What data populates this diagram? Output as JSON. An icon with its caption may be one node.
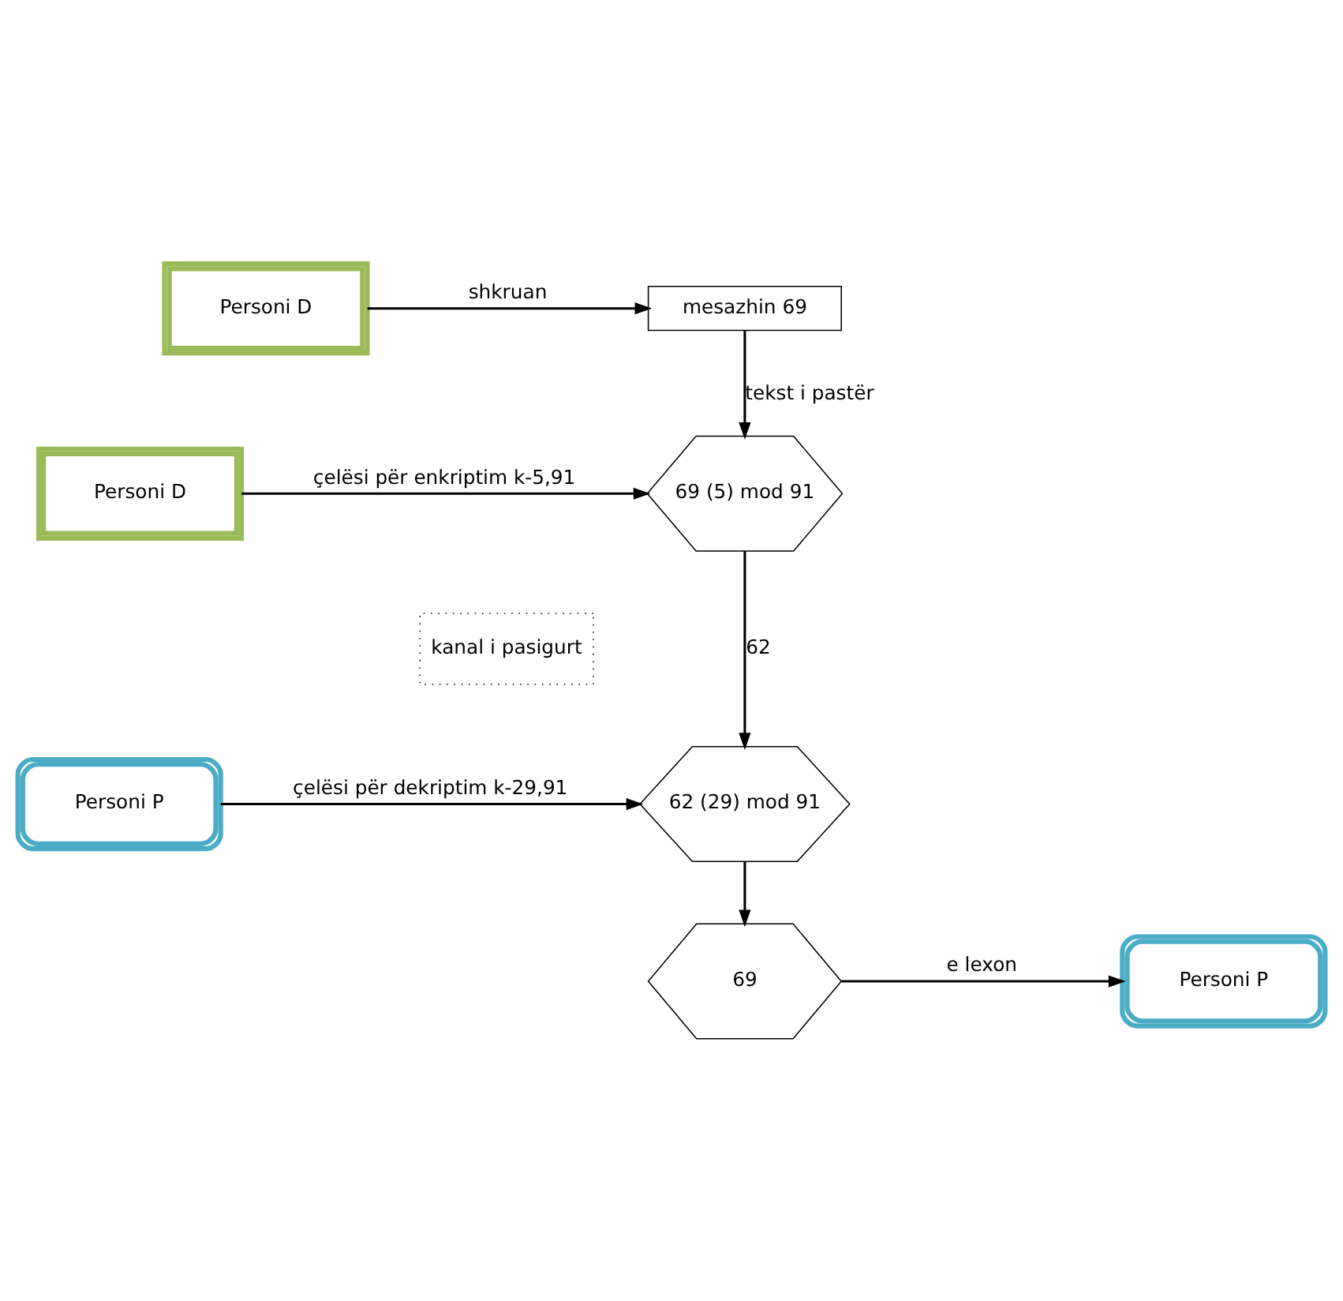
{
  "diagram": {
    "nodes": [
      {
        "text": [
          "Personi D"
        ]
      },
      {
        "text": [
          "mesazhin 69"
        ]
      },
      {
        "text": [
          "Personi D"
        ]
      },
      {
        "text": [
          "69 (5) mod 91"
        ]
      },
      {
        "text": [
          "kanal i pasigurt"
        ]
      },
      {
        "text": [
          "Personi P"
        ]
      },
      {
        "text": [
          "62 (29) mod 91"
        ]
      },
      {
        "text": [
          "Personi P"
        ]
      },
      {
        "text": [
          "69"
        ]
      }
    ],
    "edges": [
      {
        "from": 0,
        "to": 1,
        "arrow": "to",
        "label": "shkruan"
      },
      {
        "from": 1,
        "to": 3,
        "arrow": "to",
        "label": "tekst i pastër"
      },
      {
        "from": 2,
        "to": 3,
        "arrow": "to",
        "label": "çelësi për enkriptim k-5,91"
      },
      {
        "from": 3,
        "to": 6,
        "arrow": "to",
        "label": "62"
      },
      {
        "from": 5,
        "to": 6,
        "arrow": "to",
        "label": "çelësi për dekriptim k-29,91"
      },
      {
        "from": 6,
        "to": 8,
        "arrow": "to"
      },
      {
        "from": 8,
        "to": 7,
        "arrow": "to",
        "label": "e lexon"
      }
    ]
  }
}
